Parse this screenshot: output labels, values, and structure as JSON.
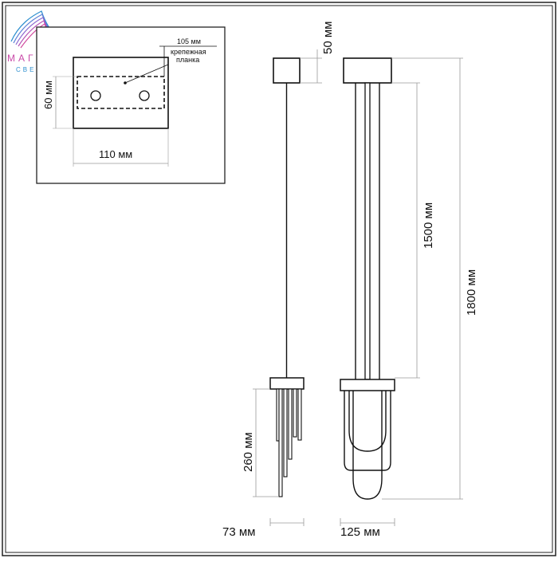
{
  "logo": {
    "name": "МАГИЯ",
    "sub": "СВЕТА",
    "color_main": "#c94aa8",
    "color_alt": "#2d8fcf"
  },
  "inset": {
    "width_label": "110 мм",
    "height_label": "60 мм",
    "plate_width_label": "105 мм",
    "plate_note_line1": "крепежная",
    "plate_note_line2": "планка"
  },
  "dimensions": {
    "canopy_height": "50 мм",
    "cable_length": "1500 мм",
    "total_height": "1800 мм",
    "shade_height": "260 мм",
    "side_width": "73 мм",
    "front_width": "125 мм"
  },
  "colors": {
    "line": "#111111",
    "dim_line": "#9a9a9a",
    "border": "#222222"
  }
}
